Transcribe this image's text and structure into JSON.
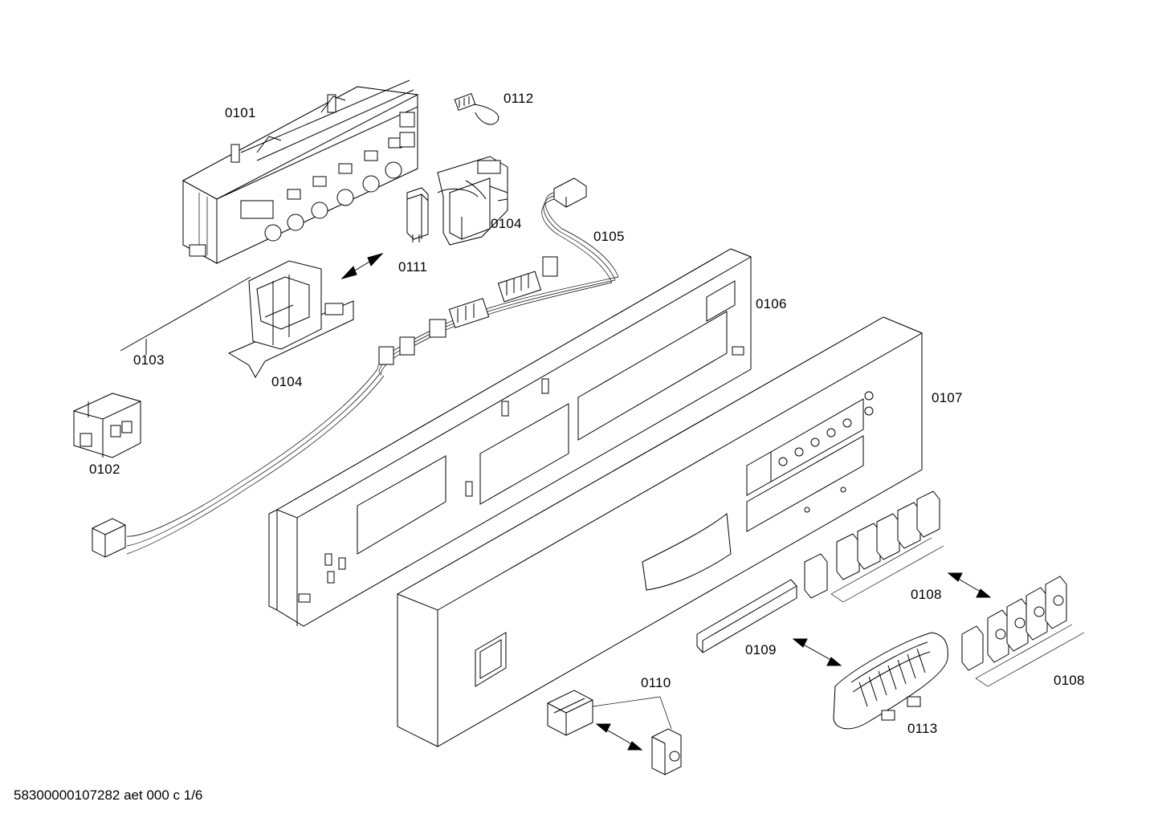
{
  "parts": {
    "p0101": "0101",
    "p0102": "0102",
    "p0103": "0103",
    "p0104_top": "0104",
    "p0104_bottom": "0104",
    "p0105": "0105",
    "p0106": "0106",
    "p0107": "0107",
    "p0108_upper": "0108",
    "p0108_lower": "0108",
    "p0109": "0109",
    "p0110": "0110",
    "p0111": "0111",
    "p0112": "0112",
    "p0113": "0113"
  },
  "footer": {
    "document_id": "58300000107282 aet 000 c 1/6"
  }
}
